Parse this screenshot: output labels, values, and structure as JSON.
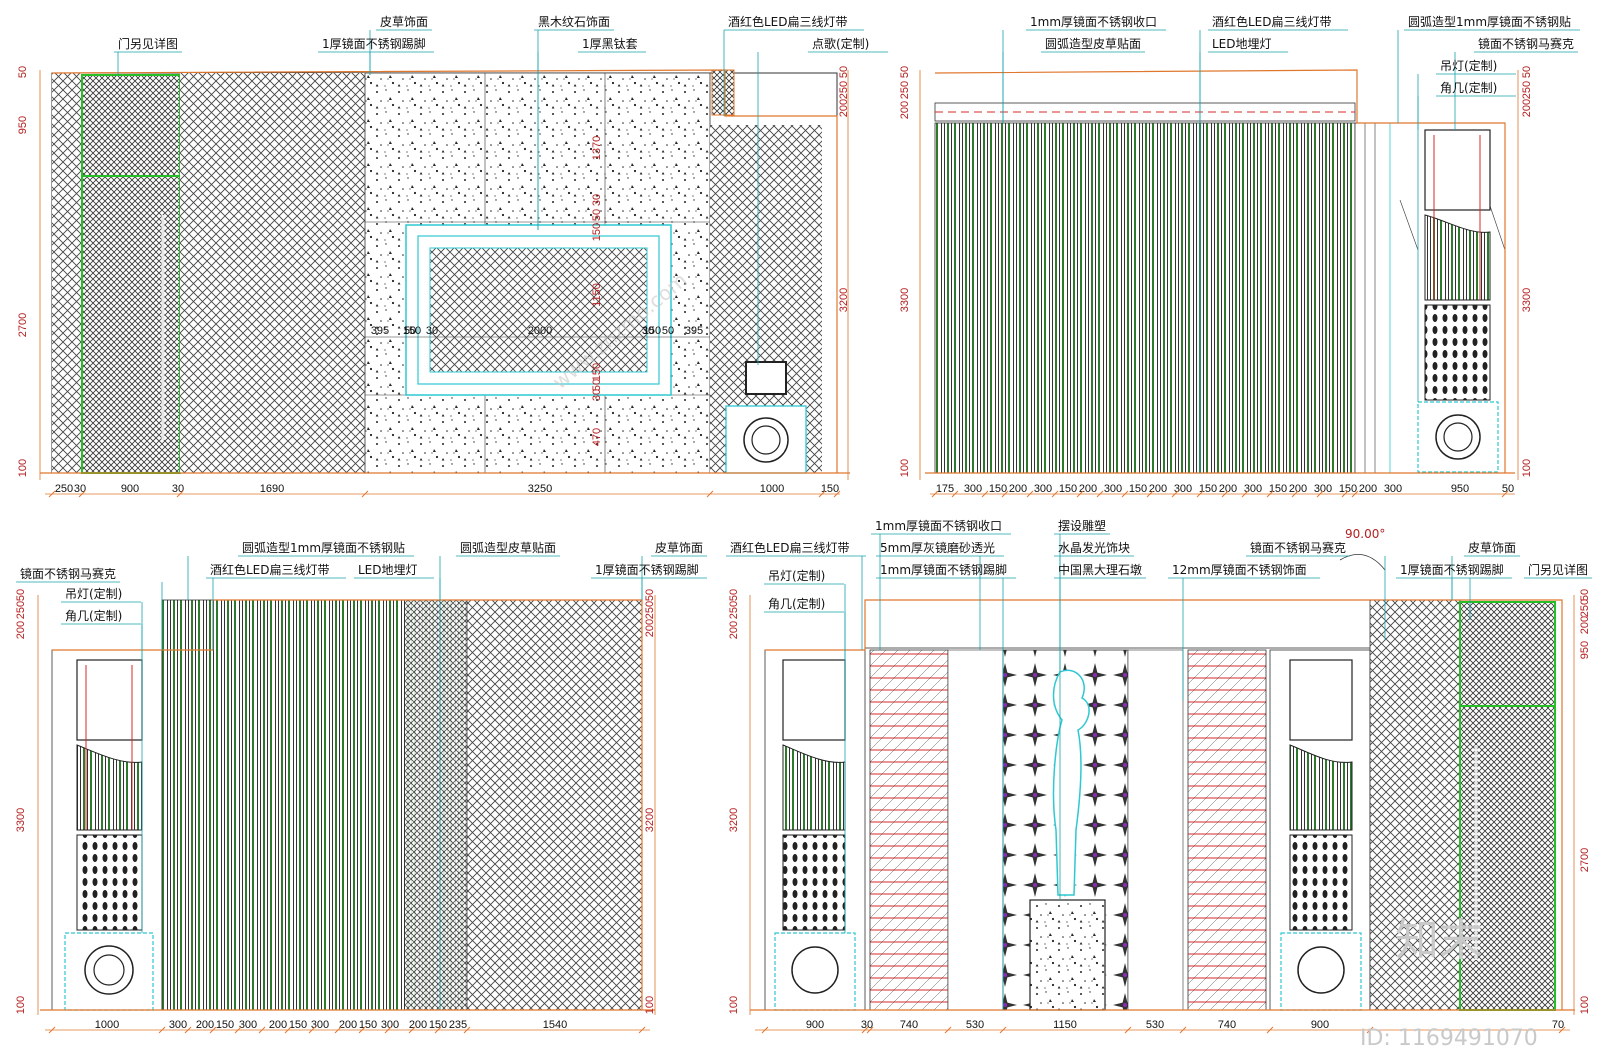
{
  "colors": {
    "orange": "#e0772e",
    "green": "#26c026",
    "cyan": "#2ec8d2",
    "red": "#d72828",
    "dark": "#333333",
    "leader": "#16a4ad"
  },
  "elev1": {
    "labels": [
      "门另见详图",
      "皮草饰面",
      "1厚镜面不锈钢踢脚",
      "黑木纹石饰面",
      "1厚黑钛套",
      "酒红色LED扁三线灯带",
      "点歌(定制)"
    ],
    "left_dims": [
      "50",
      "950",
      "2700",
      "100"
    ],
    "right_dims": [
      "200",
      "250",
      "50",
      "3200"
    ],
    "inner_dims": [
      "1370",
      "150",
      "50",
      "30",
      "1150",
      "150",
      "50",
      "30",
      "470"
    ],
    "bottom_dims": [
      "250",
      "30",
      "900",
      "30",
      "1690",
      "3250",
      "1000",
      "150"
    ],
    "center_dims": [
      "395",
      "50",
      "30",
      "2000",
      "30",
      "50",
      "395",
      "150",
      "150"
    ]
  },
  "elev2": {
    "labels": [
      "1mm厚镜面不锈钢收口",
      "圆弧造型皮草贴面",
      "酒红色LED扁三线灯带",
      "LED地埋灯",
      "圆弧造型1mm厚镜面不锈钢贴",
      "镜面不锈钢马赛克",
      "吊灯(定制)",
      "角几(定制)"
    ],
    "left_dims": [
      "200",
      "250",
      "50",
      "3300",
      "100"
    ],
    "right_dims": [
      "200",
      "250",
      "50",
      "3300",
      "100"
    ],
    "bottom_dims": [
      "175",
      "300",
      "150",
      "200",
      "300",
      "150",
      "200",
      "300",
      "150",
      "200",
      "300",
      "150",
      "200",
      "300",
      "150",
      "200",
      "300",
      "150",
      "200",
      "300",
      "950",
      "50"
    ]
  },
  "elev3": {
    "labels": [
      "镜面不锈钢马赛克",
      "吊灯(定制)",
      "角几(定制)",
      "圆弧造型1mm厚镜面不锈钢贴",
      "酒红色LED扁三线灯带",
      "LED地埋灯",
      "圆弧造型皮草贴面",
      "皮草饰面",
      "1厚镜面不锈钢踢脚"
    ],
    "left_dims": [
      "200",
      "250",
      "50",
      "3300",
      "100"
    ],
    "right_dims": [
      "200",
      "250",
      "50",
      "3200",
      "100"
    ],
    "bottom_dims": [
      "1000",
      "300",
      "200",
      "150",
      "300",
      "200",
      "150",
      "300",
      "200",
      "150",
      "300",
      "200",
      "150",
      "235",
      "1540"
    ]
  },
  "elev4": {
    "labels": [
      "酒红色LED扁三线灯带",
      "吊灯(定制)",
      "角几(定制)",
      "1mm厚镜面不锈钢收口",
      "5mm厚灰镜磨砂透光",
      "1mm厚镜面不锈钢踢脚",
      "摆设雕塑",
      "水晶发光饰块",
      "中国黑大理石墩",
      "12mm厚镜面不锈钢饰面",
      "镜面不锈钢马赛克",
      "皮草饰面",
      "1厚镜面不锈钢踢脚",
      "门另见详图"
    ],
    "angle": "90.00°",
    "left_dims": [
      "200",
      "250",
      "50",
      "3200",
      "100"
    ],
    "right_dims": [
      "200",
      "250",
      "50",
      "950",
      "2700",
      "100"
    ],
    "bottom_dims": [
      "900",
      "30",
      "740",
      "530",
      "1150",
      "530",
      "740",
      "900",
      "70"
    ]
  },
  "watermark": {
    "logo": "知末",
    "id": "ID: 1169491070",
    "site": "www.znzmo.com"
  }
}
